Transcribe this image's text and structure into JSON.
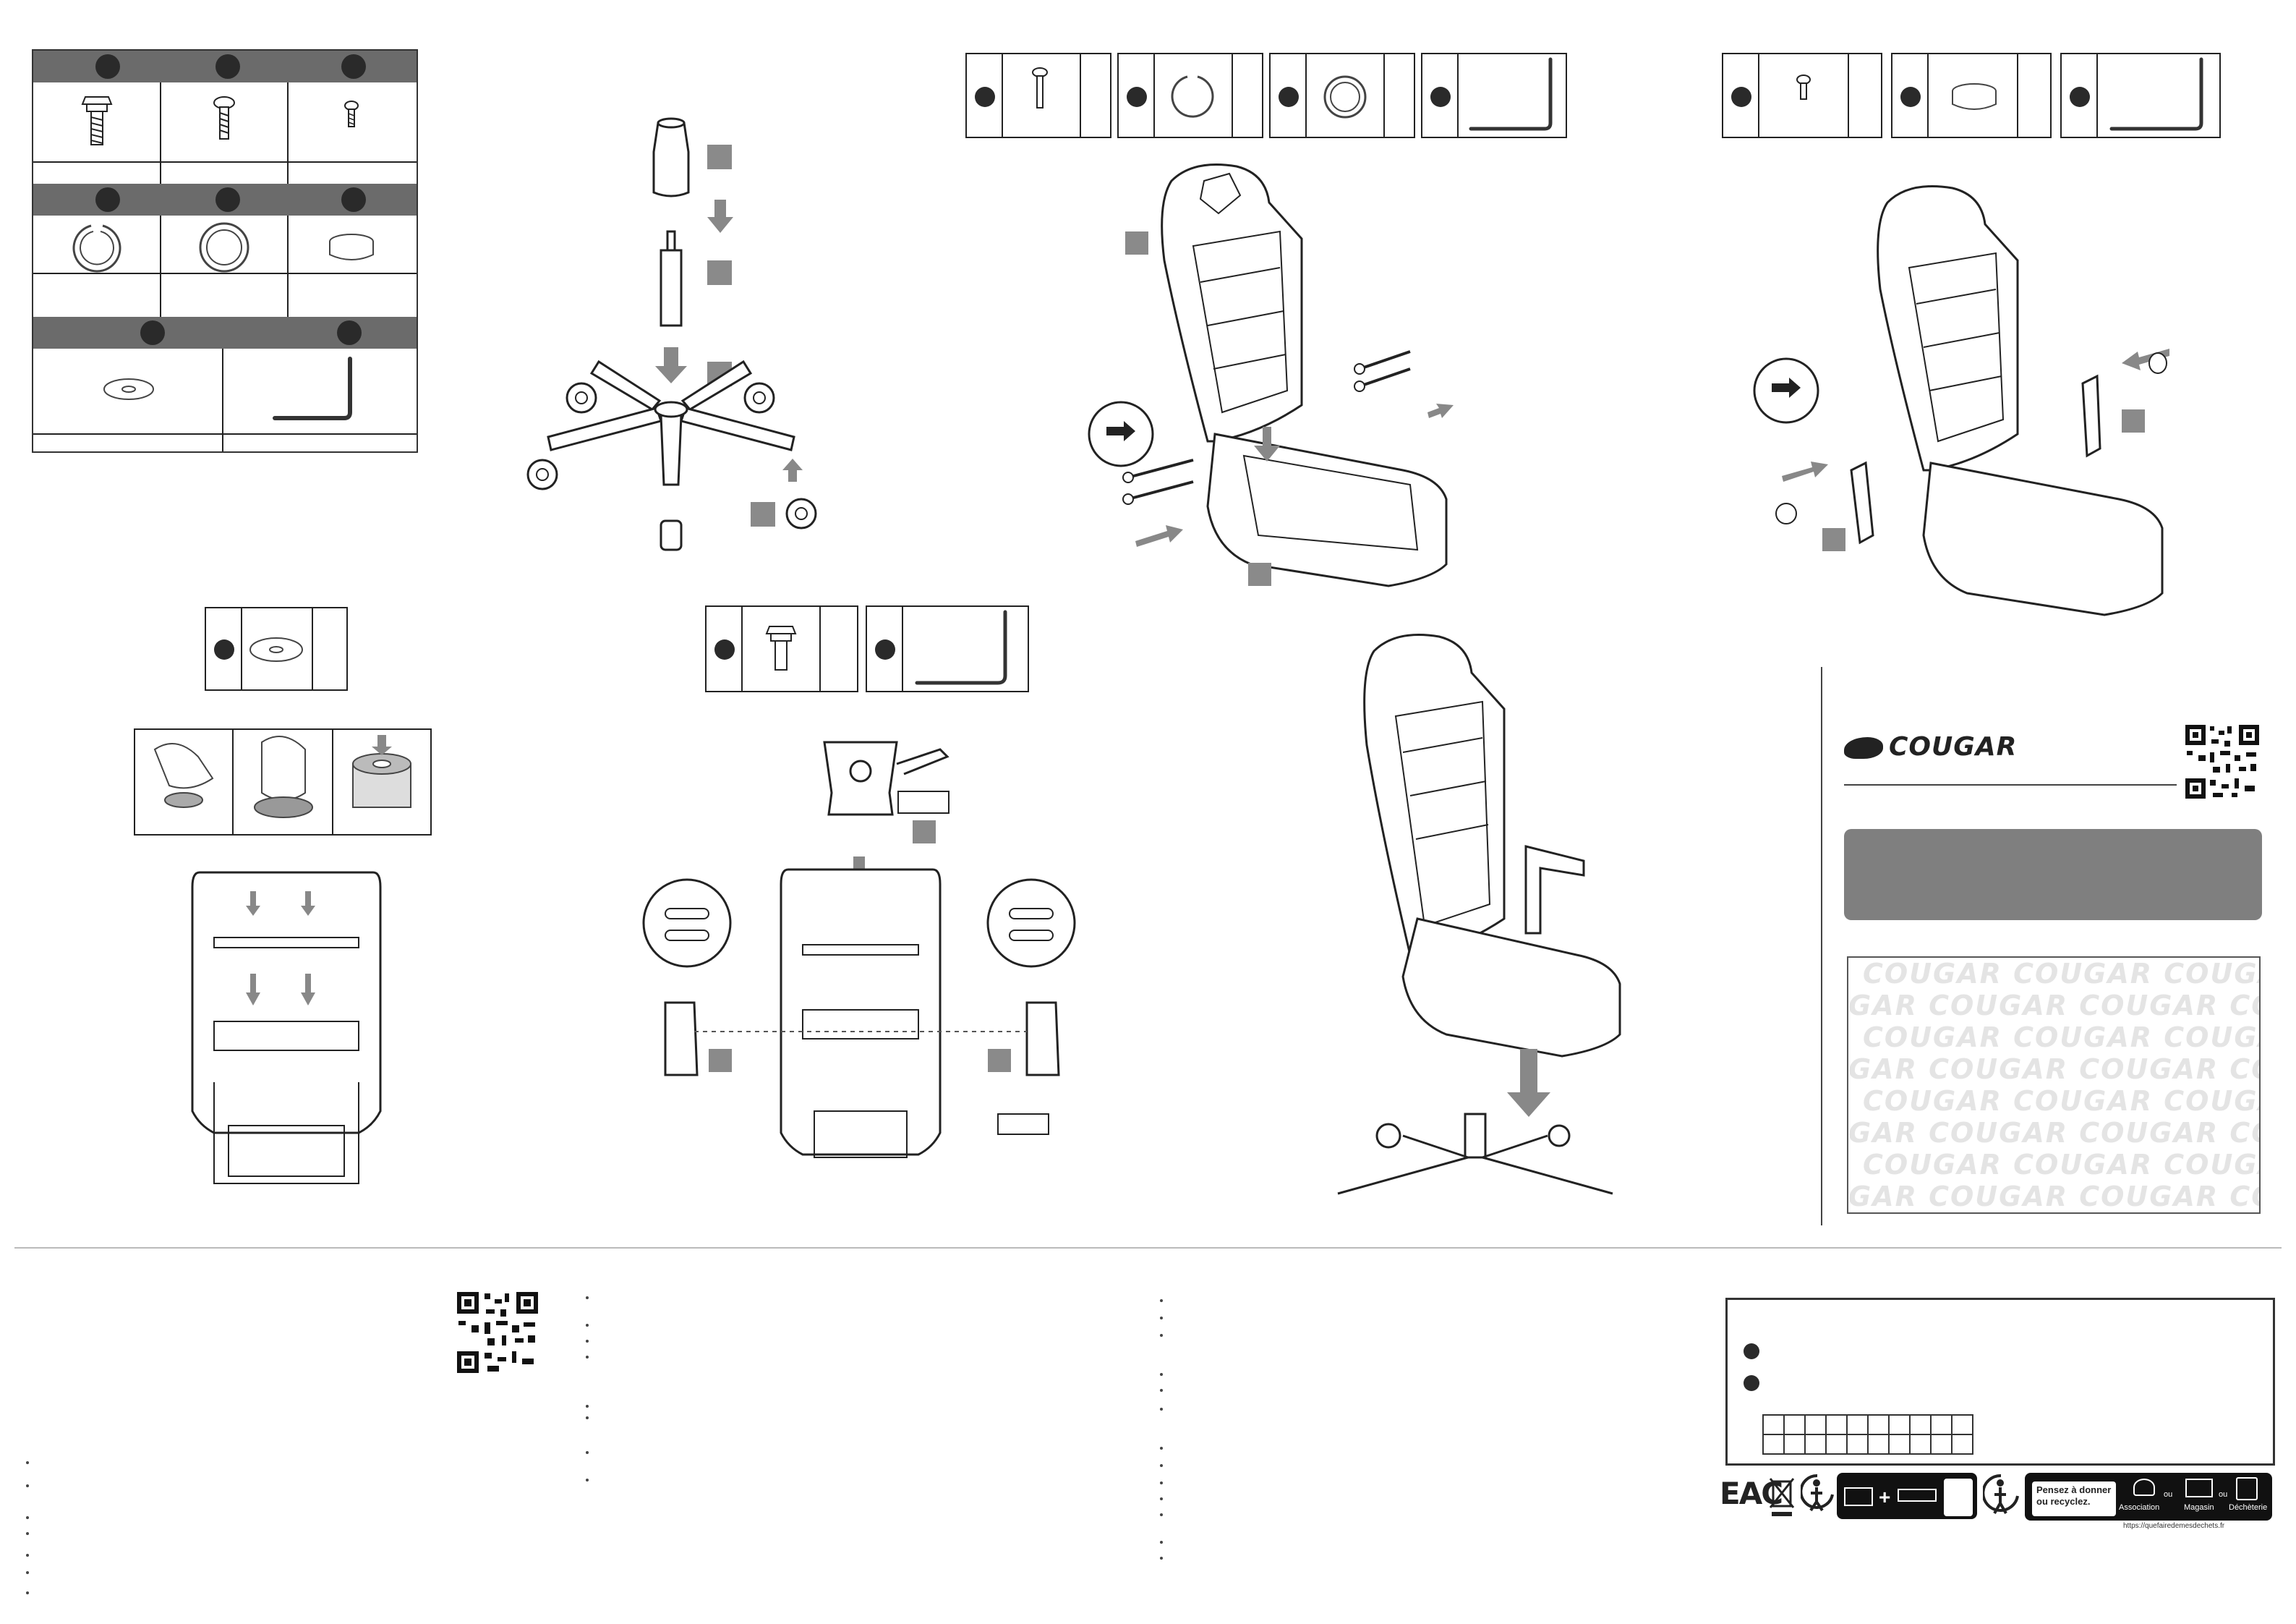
{
  "brand": {
    "name": "COUGAR",
    "watermark_rows": [
      "COUGAR  COUGAR  COUGAR  COUGAR",
      "GAR  COUGAR  COUGAR  COUGAR",
      "COUGAR  COUGAR  COUGAR  COUGAR",
      "GAR  COUGAR  COUGAR  COUGAR",
      "COUGAR  COUGAR  COUGAR  COUGAR",
      "GAR  COUGAR  COUGAR  COUGAR",
      "COUGAR  COUGAR  COUGAR  COUGAR",
      "GAR  COUGAR  COUGAR  COUGAR"
    ]
  },
  "recycling": {
    "marks": [
      "EAC",
      "weee-bin",
      "triman"
    ],
    "info_title": "Pensez à donner ou recyclez.",
    "options": [
      "Association",
      "Magasin",
      "Déchèterie"
    ],
    "or_label": "ou",
    "url": "https://quefairedemesdechets.fr"
  },
  "icons": {
    "parts": [
      "bolt-icon",
      "screw-icon",
      "small-screw-icon",
      "split-washer-icon",
      "flat-washer-icon",
      "cap-icon",
      "spacer-washer-icon",
      "allen-key-icon"
    ],
    "colors": {
      "step_marker": "#7a7a7a",
      "arrow": "#888888",
      "banner": "#7f7f7f",
      "header_bar": "#6b6b6b"
    }
  }
}
